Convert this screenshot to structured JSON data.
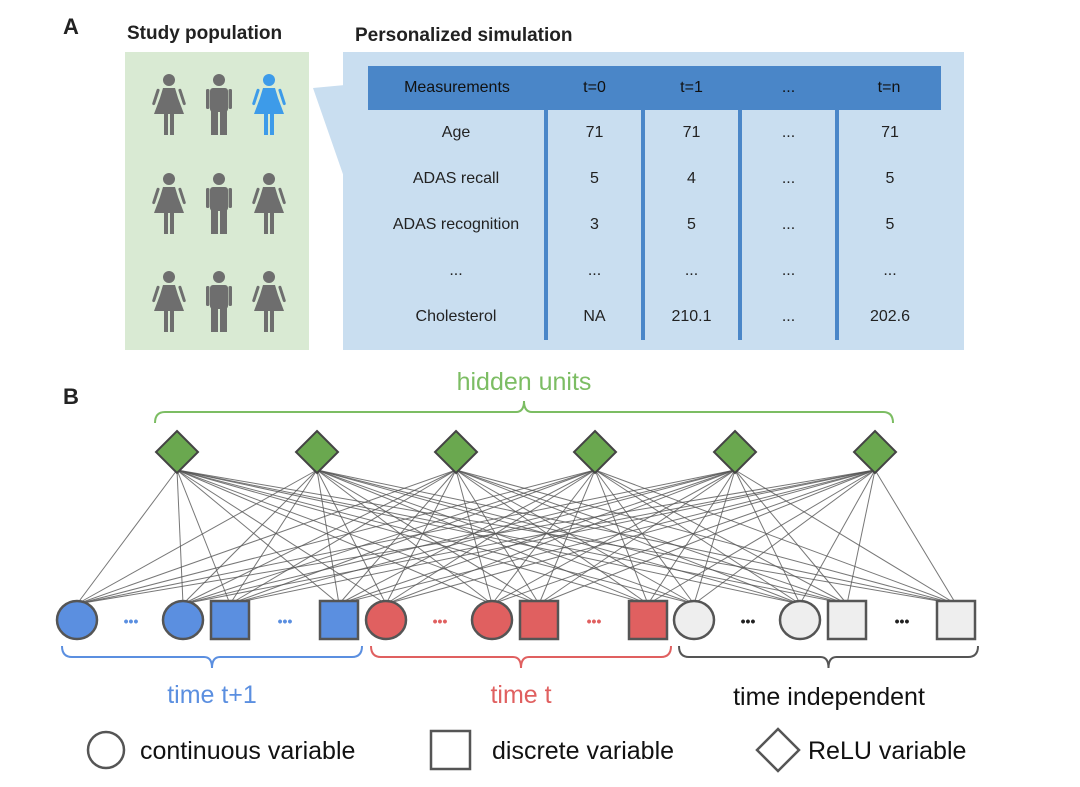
{
  "panel_a": {
    "letter": "A",
    "study_population_title": "Study population",
    "simulation_title": "Personalized simulation",
    "people": [
      "female",
      "male",
      "female-highlight",
      "female",
      "male",
      "female",
      "female",
      "male",
      "female"
    ],
    "colors": {
      "person": "#6e6e6e",
      "highlight": "#3d9be9",
      "pop_bg": "#d9ead3",
      "sim_bg": "#c9def0",
      "table_header": "#4a86c8"
    },
    "table": {
      "headers": [
        "Measurements",
        "t=0",
        "t=1",
        "...",
        "t=n"
      ],
      "rows": [
        [
          "Age",
          "71",
          "71",
          "...",
          "71"
        ],
        [
          "ADAS recall",
          "5",
          "4",
          "...",
          "5"
        ],
        [
          "ADAS recognition",
          "3",
          "5",
          "...",
          "5"
        ],
        [
          "...",
          "...",
          "...",
          "...",
          "..."
        ],
        [
          "Cholesterol",
          "NA",
          "210.1",
          "...",
          "202.6"
        ]
      ]
    }
  },
  "panel_b": {
    "letter": "B",
    "hidden_label": "hidden units",
    "hidden_count": 6,
    "groups": [
      {
        "name": "time t+1",
        "color": "#5b8fe0",
        "dots_color": "#5b8fe0"
      },
      {
        "name": "time t",
        "color": "#e06060",
        "dots_color": "#e06060"
      },
      {
        "name": "time independent",
        "color": "#eeeeee",
        "dots_color": "#222222"
      }
    ],
    "ellipsis": "•••",
    "colors": {
      "hidden": "#6aa84f",
      "hidden_label": "#7cbd63",
      "line": "#555555",
      "node_stroke": "#555555",
      "brace_independent": "#555555"
    }
  },
  "legend": {
    "continuous": "continuous variable",
    "discrete": "discrete variable",
    "relu": "ReLU variable"
  }
}
